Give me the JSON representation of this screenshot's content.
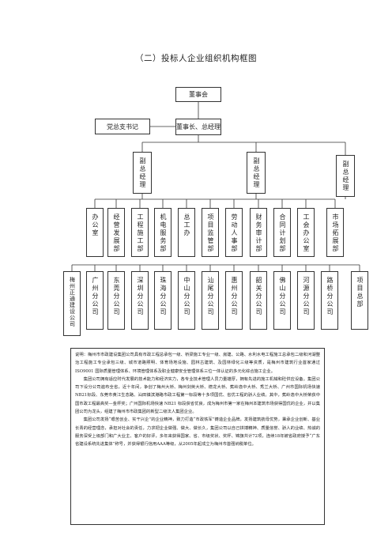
{
  "title": "（二）投标人企业组织机构框图",
  "org": {
    "board": "董事会",
    "chairman": "董事长、总经理",
    "party": "党总支书记",
    "vp1": "副总经理",
    "vp2": "副总经理",
    "vp3": "副总经理",
    "departments": [
      "办公室",
      "经营发展部",
      "工程施工部",
      "机电服务部",
      "总工办",
      "项目监管部",
      "劳动人事部",
      "财务审计部",
      "合同计划部",
      "工会办公室",
      "市场拓展部"
    ],
    "branches": [
      "梅州正通建设公司",
      "广州分公司",
      "东莞分公司",
      "深圳分公司",
      "珠海分公司",
      "中山分公司",
      "汕尾分公司",
      "惠州分公司",
      "韶关分公司",
      "佛山分公司",
      "河源分公司",
      "路桥分公司",
      "项目总部"
    ]
  },
  "description": [
    "说明：梅州市市政建设集团公司具有市政工程总承包一级、桥梁施工专业一级、房建、公路、水利水电工程施工总承包二级和河湖整治工程施工专业承包三级、城市道路照明、体育场地设施、园林古建筑、及园林绿化三级等资质，是梅州市建筑行业首家通过 ISO9001 国际质量管理体系、环境管理体系及职业健康安全管理体系三位一体认证的多元化综合施工企业。",
    "集团公司拥有适应时代发展的技术能力和经济实力，各专业技术管理人员力量雄厚，拥有先进的施工机械和砼供应设备。集团公司下设分公司遍布全省，近十年间，争创了梅州大桥、梅州剑英大桥、德龙大桥、蕉岭逸中大桥、秀兰大桥、广州市国际机场快速NB21标段、东莞市黄江生态路、汕田镇滨港路市政工程第一标段等十多项国优、省优工程的骄人业绩。其中，蕉岭逸中大桥荣获中国市政工程最高奖—金杯奖；广州国际机场快速 NB21 标段获省优良，成为梅州市第一家在梅州本建筑市场获得国优的企业，并以集团公司为龙头，组建了梅州市市政集团的新型二级法人集团企业。",
    "集团公司发扬“艰苦创业、实干兴企”的企业精神，致力打造“市政铁军”铸造企业品牌，发扬建筑航母优势，秉承企业创新、基业长青的经营理念，承担对社会的责任，力求把企业做强、做大、做长久，集团公司以自己拼搏精神、质量信誉、骄人的业绩、热诚的服务深受上级部门和广大业主、客户的好评，多年来获得国家、省、市级奖状、奖杯、锦旗共计72项，连续18年被省政府授予“广东省建设系统先进集体”称号，并获得银行信用AAA等级，从2005年起成立为梅州市首强纳税单位。"
  ]
}
